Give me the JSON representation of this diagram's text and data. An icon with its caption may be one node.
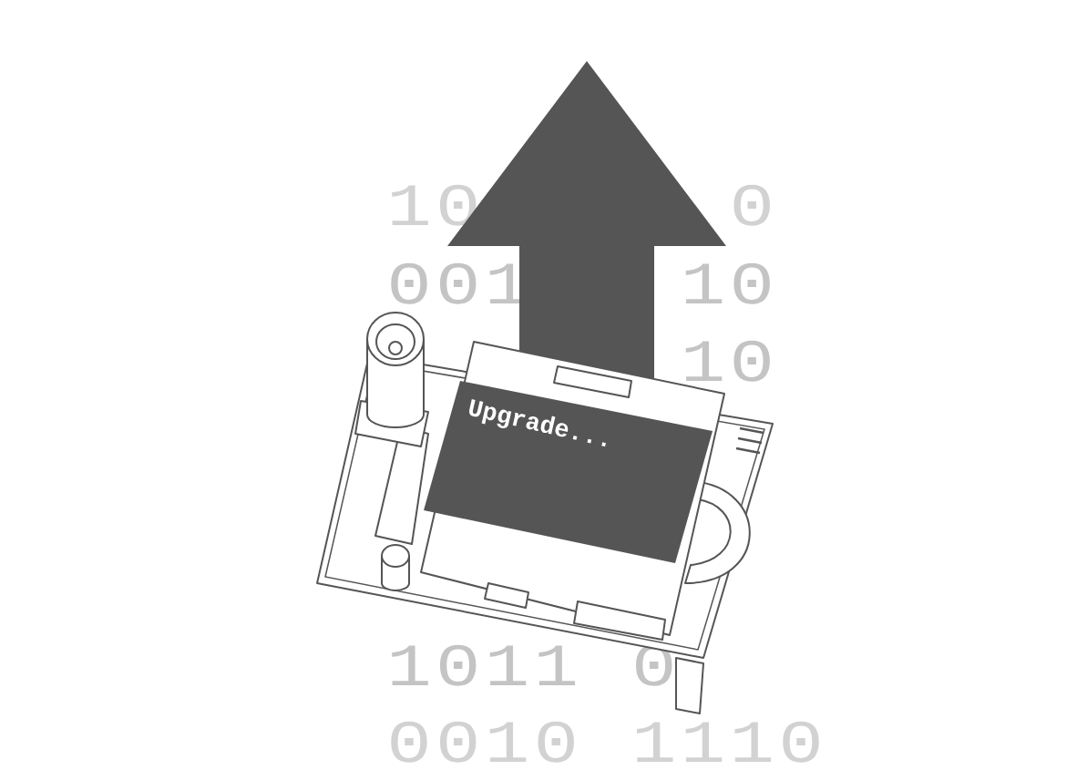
{
  "diagram": {
    "nodes": [
      {
        "text": [
          "Upgrade..."
        ]
      }
    ],
    "labels": [
      "10",
      "0",
      "001",
      "10",
      "10",
      "1011",
      "0",
      "0010",
      "1110"
    ]
  }
}
